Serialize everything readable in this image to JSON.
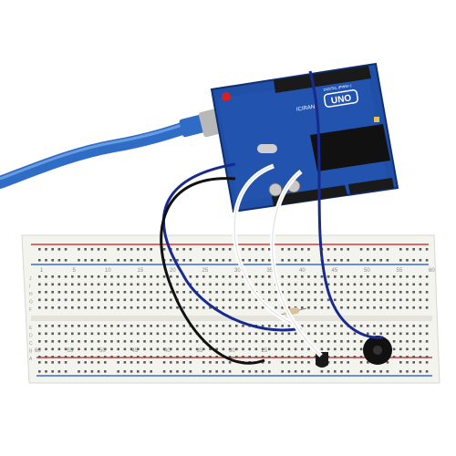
{
  "board": {
    "brand": "ICIRAN",
    "model": "UNO",
    "header_label": "DIGITAL (PWM~)"
  },
  "breadboard": {
    "column_numbers_top": [
      "1",
      "5",
      "10",
      "15",
      "20",
      "25",
      "30",
      "35",
      "40",
      "45",
      "50",
      "55",
      "60"
    ],
    "column_numbers_bottom": [
      "60",
      "55",
      "50",
      "45",
      "40",
      "35",
      "30",
      "25"
    ],
    "row_letters": [
      "J",
      "I",
      "H",
      "G",
      "F",
      "E",
      "D",
      "C",
      "B",
      "A"
    ]
  },
  "colors": {
    "board_blue": "#1f4fa6",
    "usb_cable": "#3a78d4",
    "wire_navy": "#1a2a8c",
    "wire_black": "#111111",
    "wire_white": "#f1f1f1",
    "rail_red": "#d83a3a",
    "rail_blue": "#3a6ad8"
  }
}
